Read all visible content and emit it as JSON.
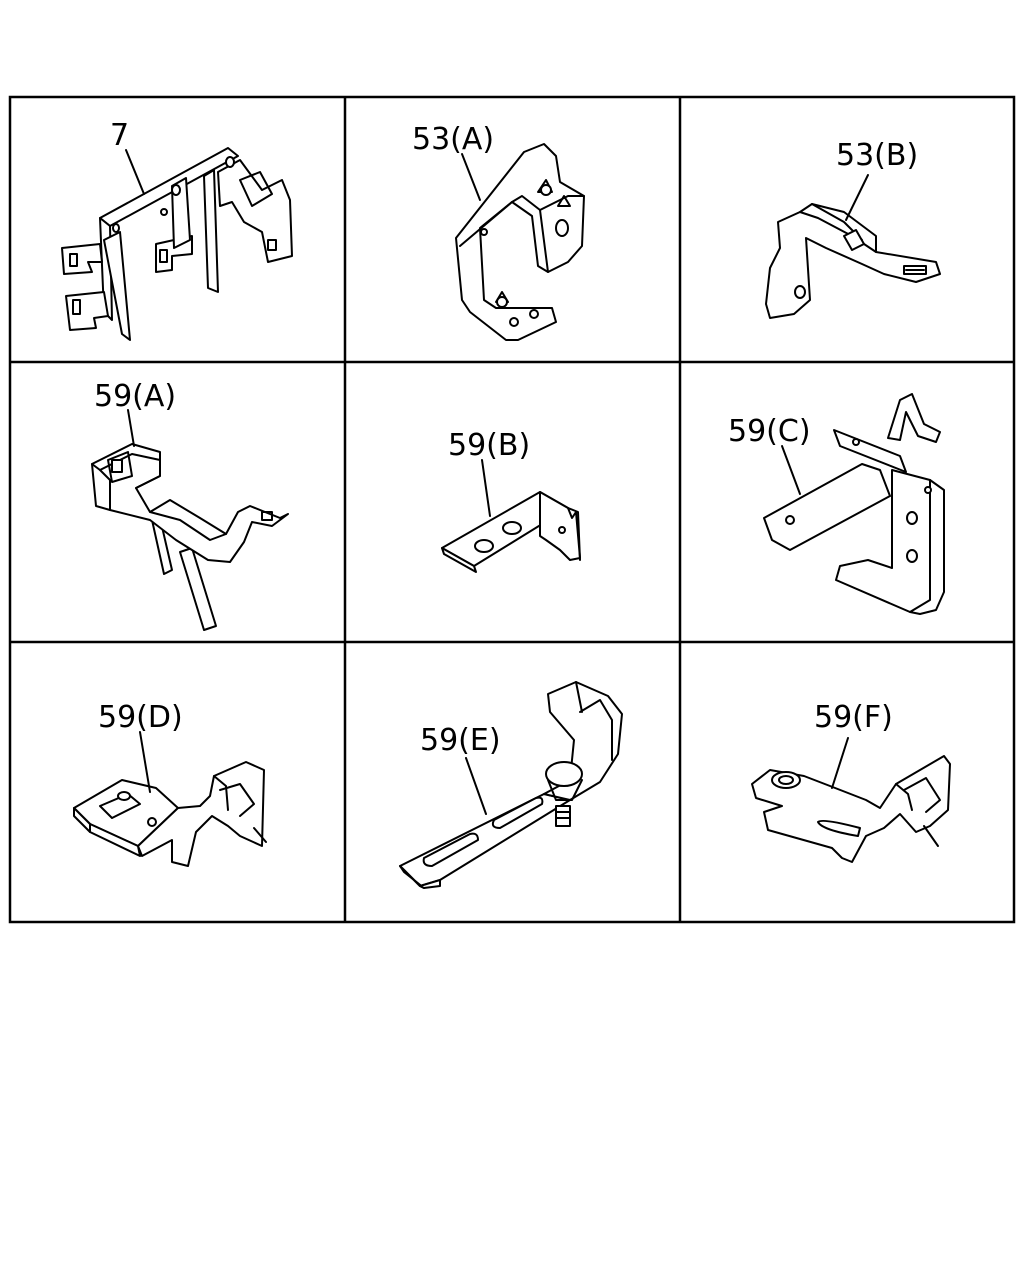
{
  "parts": [
    {
      "id": "p7",
      "label": "7"
    },
    {
      "id": "p53a",
      "label": "53(A)"
    },
    {
      "id": "p53b",
      "label": "53(B)"
    },
    {
      "id": "p59a",
      "label": "59(A)"
    },
    {
      "id": "p59b",
      "label": "59(B)"
    },
    {
      "id": "p59c",
      "label": "59(C)"
    },
    {
      "id": "p59d",
      "label": "59(D)"
    },
    {
      "id": "p59e",
      "label": "59(E)"
    },
    {
      "id": "p59f",
      "label": "59(F)"
    }
  ],
  "colors": {
    "line": "#000000",
    "background": "#ffffff"
  }
}
